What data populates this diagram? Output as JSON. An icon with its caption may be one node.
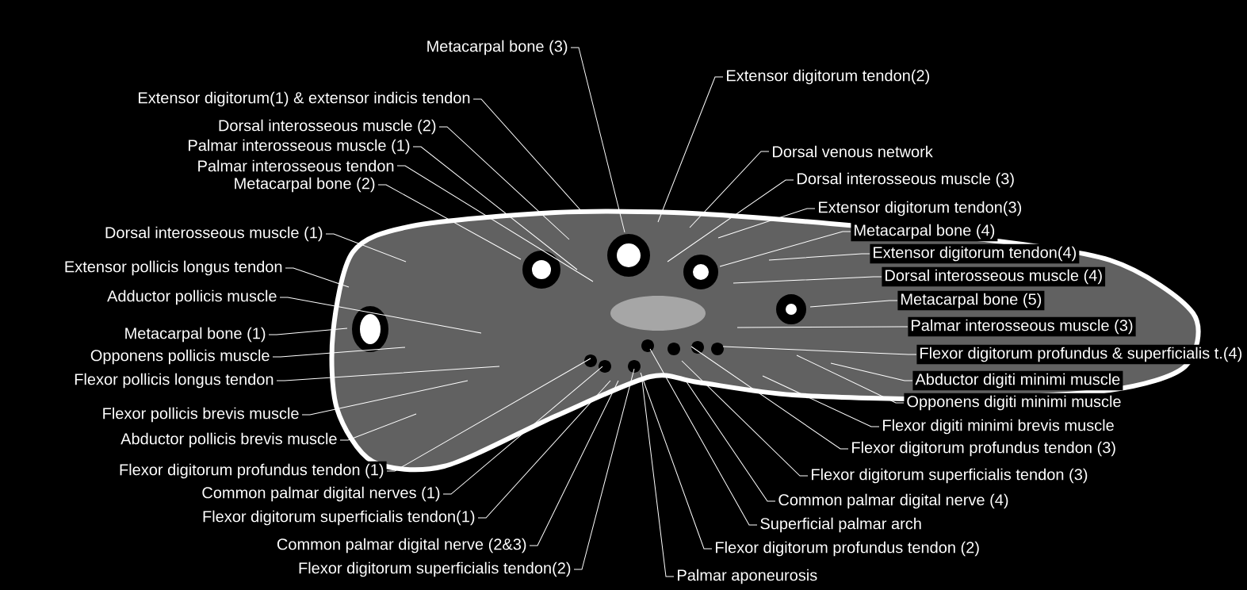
{
  "diagram": {
    "nodes": [
      {
        "text": [
          "Metacarpal bone (3)"
        ]
      },
      {
        "text": [
          "Extensor digitorum tendon(2)"
        ]
      },
      {
        "text": [
          "Extensor digitorum(1) & extensor indicis tendon"
        ]
      },
      {
        "text": [
          "Dorsal interosseous muscle (2)"
        ]
      },
      {
        "text": [
          "Palmar interosseous muscle (1)"
        ]
      },
      {
        "text": [
          "Dorsal venous network"
        ]
      },
      {
        "text": [
          "Palmar interosseous tendon"
        ]
      },
      {
        "text": [
          "Dorsal interosseous muscle (3)"
        ]
      },
      {
        "text": [
          "Metacarpal bone (2)"
        ]
      },
      {
        "text": [
          "Extensor digitorum tendon(3)"
        ]
      },
      {
        "text": [
          "Metacarpal bone (4)"
        ]
      },
      {
        "text": [
          "Dorsal interosseous muscle (1)"
        ]
      },
      {
        "text": [
          "Extensor digitorum tendon(4)"
        ]
      },
      {
        "text": [
          "Extensor pollicis longus tendon"
        ]
      },
      {
        "text": [
          "Dorsal interosseous muscle (4)"
        ]
      },
      {
        "text": [
          "Adductor pollicis muscle"
        ]
      },
      {
        "text": [
          "Metacarpal bone (5)"
        ]
      },
      {
        "text": [
          "Palmar interosseous muscle (3)"
        ]
      },
      {
        "text": [
          "Metacarpal bone (1)"
        ]
      },
      {
        "text": [
          "Flexor digitorum profundus & superficialis t.(4)"
        ]
      },
      {
        "text": [
          "Opponens pollicis muscle"
        ]
      },
      {
        "text": [
          "Flexor pollicis longus tendon"
        ]
      },
      {
        "text": [
          "Abductor digiti minimi muscle"
        ]
      },
      {
        "text": [
          "Opponens digiti minimi muscle"
        ]
      },
      {
        "text": [
          "Flexor pollicis brevis muscle"
        ]
      },
      {
        "text": [
          "Flexor digiti minimi brevis muscle"
        ]
      },
      {
        "text": [
          "Abductor pollicis brevis muscle"
        ]
      },
      {
        "text": [
          "Flexor digitorum profundus tendon (3)"
        ]
      },
      {
        "text": [
          "Flexor digitorum profundus tendon (1)"
        ]
      },
      {
        "text": [
          "Flexor digitorum superficialis tendon (3)"
        ]
      },
      {
        "text": [
          "Common palmar digital nerves (1)"
        ]
      },
      {
        "text": [
          "Common palmar digital nerve (4)"
        ]
      },
      {
        "text": [
          "Flexor digitorum superficialis tendon(1)"
        ]
      },
      {
        "text": [
          "Superficial palmar arch"
        ]
      },
      {
        "text": [
          "Common palmar digital nerve (2&3)"
        ]
      },
      {
        "text": [
          "Flexor digitorum profundus tendon (2)"
        ]
      },
      {
        "text": [
          "Flexor digitorum superficialis tendon(2)"
        ]
      },
      {
        "text": [
          "Palmar aponeurosis"
        ]
      }
    ],
    "edges": [
      {
        "from": 0,
        "to": null,
        "arrow": "none"
      },
      {
        "from": 1,
        "to": null,
        "arrow": "none"
      },
      {
        "from": 2,
        "to": null,
        "arrow": "none"
      },
      {
        "from": 3,
        "to": null,
        "arrow": "none"
      },
      {
        "from": 4,
        "to": null,
        "arrow": "none"
      },
      {
        "from": 5,
        "to": null,
        "arrow": "none"
      },
      {
        "from": 6,
        "to": null,
        "arrow": "none"
      },
      {
        "from": 7,
        "to": null,
        "arrow": "none"
      },
      {
        "from": 8,
        "to": null,
        "arrow": "none"
      },
      {
        "from": 9,
        "to": null,
        "arrow": "none"
      },
      {
        "from": 10,
        "to": null,
        "arrow": "none"
      },
      {
        "from": 11,
        "to": null,
        "arrow": "none"
      },
      {
        "from": 12,
        "to": null,
        "arrow": "none"
      },
      {
        "from": 13,
        "to": null,
        "arrow": "none"
      },
      {
        "from": 14,
        "to": null,
        "arrow": "none"
      },
      {
        "from": 15,
        "to": null,
        "arrow": "none"
      },
      {
        "from": 16,
        "to": null,
        "arrow": "none"
      },
      {
        "from": 17,
        "to": null,
        "arrow": "none"
      },
      {
        "from": 18,
        "to": null,
        "arrow": "none"
      },
      {
        "from": 19,
        "to": null,
        "arrow": "none"
      },
      {
        "from": 20,
        "to": null,
        "arrow": "none"
      },
      {
        "from": 21,
        "to": null,
        "arrow": "none"
      },
      {
        "from": 22,
        "to": null,
        "arrow": "none"
      },
      {
        "from": 23,
        "to": null,
        "arrow": "none"
      },
      {
        "from": 24,
        "to": null,
        "arrow": "none"
      },
      {
        "from": 25,
        "to": null,
        "arrow": "none"
      },
      {
        "from": 26,
        "to": null,
        "arrow": "none"
      },
      {
        "from": 27,
        "to": null,
        "arrow": "none"
      },
      {
        "from": 28,
        "to": null,
        "arrow": "none"
      },
      {
        "from": 29,
        "to": null,
        "arrow": "none"
      },
      {
        "from": 30,
        "to": null,
        "arrow": "none"
      },
      {
        "from": 31,
        "to": null,
        "arrow": "none"
      },
      {
        "from": 32,
        "to": null,
        "arrow": "none"
      },
      {
        "from": 33,
        "to": null,
        "arrow": "none"
      },
      {
        "from": 34,
        "to": null,
        "arrow": "none"
      },
      {
        "from": 35,
        "to": null,
        "arrow": "none"
      },
      {
        "from": 36,
        "to": null,
        "arrow": "none"
      },
      {
        "from": 37,
        "to": null,
        "arrow": "none"
      }
    ]
  }
}
